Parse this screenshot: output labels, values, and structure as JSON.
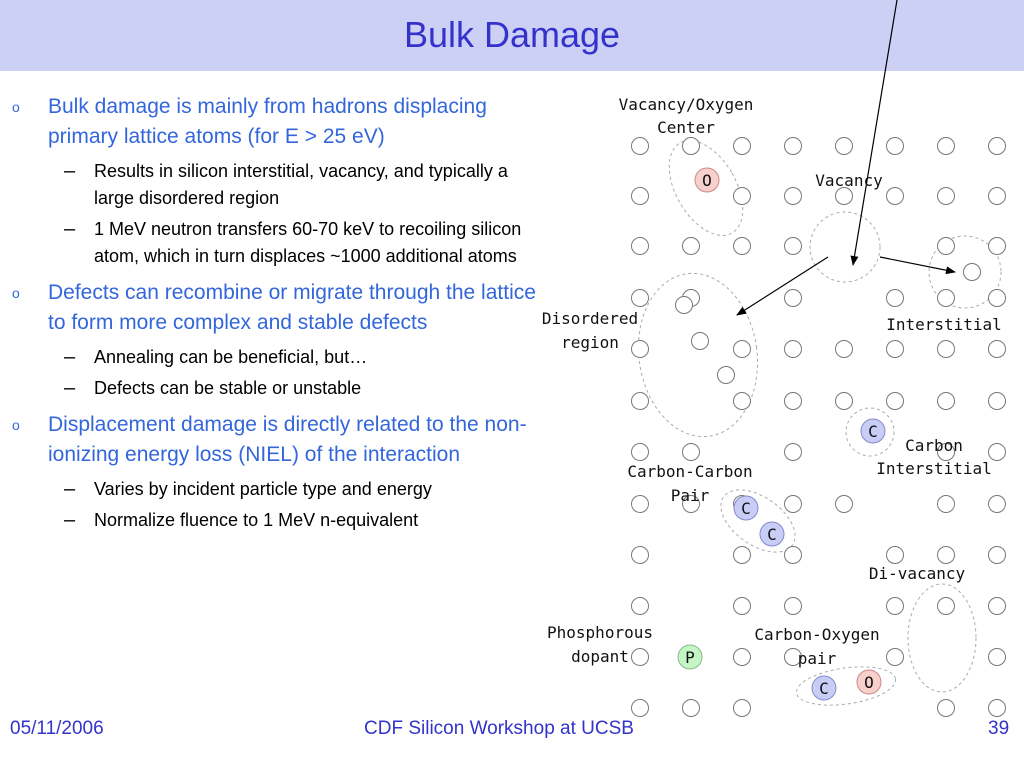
{
  "slide": {
    "title": "Bulk Damage",
    "bullets": [
      {
        "marker": "o",
        "text": "Bulk damage is mainly from hadrons displacing primary lattice atoms (for E > 25 eV)",
        "subs": [
          "Results in silicon interstitial, vacancy, and typically a large disordered region",
          "1 MeV neutron transfers 60-70 keV to recoiling silicon atom, which in turn displaces ~1000 additional atoms"
        ]
      },
      {
        "marker": "o",
        "text": "Defects can recombine or migrate through the lattice to form more complex and stable defects",
        "subs": [
          "Annealing can be beneficial, but…",
          "Defects can be stable or unstable"
        ]
      },
      {
        "marker": "o",
        "text": "Displacement damage is directly related to the non-ionizing energy loss (NIEL) of the interaction",
        "subs": [
          "Varies by incident particle type and energy",
          "Normalize fluence to 1 MeV n-equivalent"
        ]
      }
    ],
    "sub_marker": "–"
  },
  "diagram": {
    "labels": {
      "vacancy_oxygen_line1": "Vacancy/Oxygen",
      "vacancy_oxygen_line2": "Center",
      "vacancy": "Vacancy",
      "interstitial": "Interstitial",
      "disordered_line1": "Disordered",
      "disordered_line2": "region",
      "carbon_interstitial_line1": "Carbon",
      "carbon_interstitial_line2": "Interstitial",
      "carbon_carbon_line1": "Carbon-Carbon",
      "carbon_carbon_line2": "Pair",
      "divacancy": "Di-vacancy",
      "phosphorous_line1": "Phosphorous",
      "phosphorous_line2": "dopant",
      "carbon_oxygen_line1": "Carbon-Oxygen",
      "carbon_oxygen_line2": "pair"
    },
    "atom_letters": {
      "oxygen": "O",
      "carbon": "C",
      "phosphorus": "P"
    },
    "colors": {
      "oxygen": "#f7d0cc",
      "carbon": "#c8cdf5",
      "phosphorus": "#c4f5c4"
    }
  },
  "footer": {
    "date": "05/11/2006",
    "event": "CDF Silicon Workshop at UCSB",
    "page": "39"
  }
}
